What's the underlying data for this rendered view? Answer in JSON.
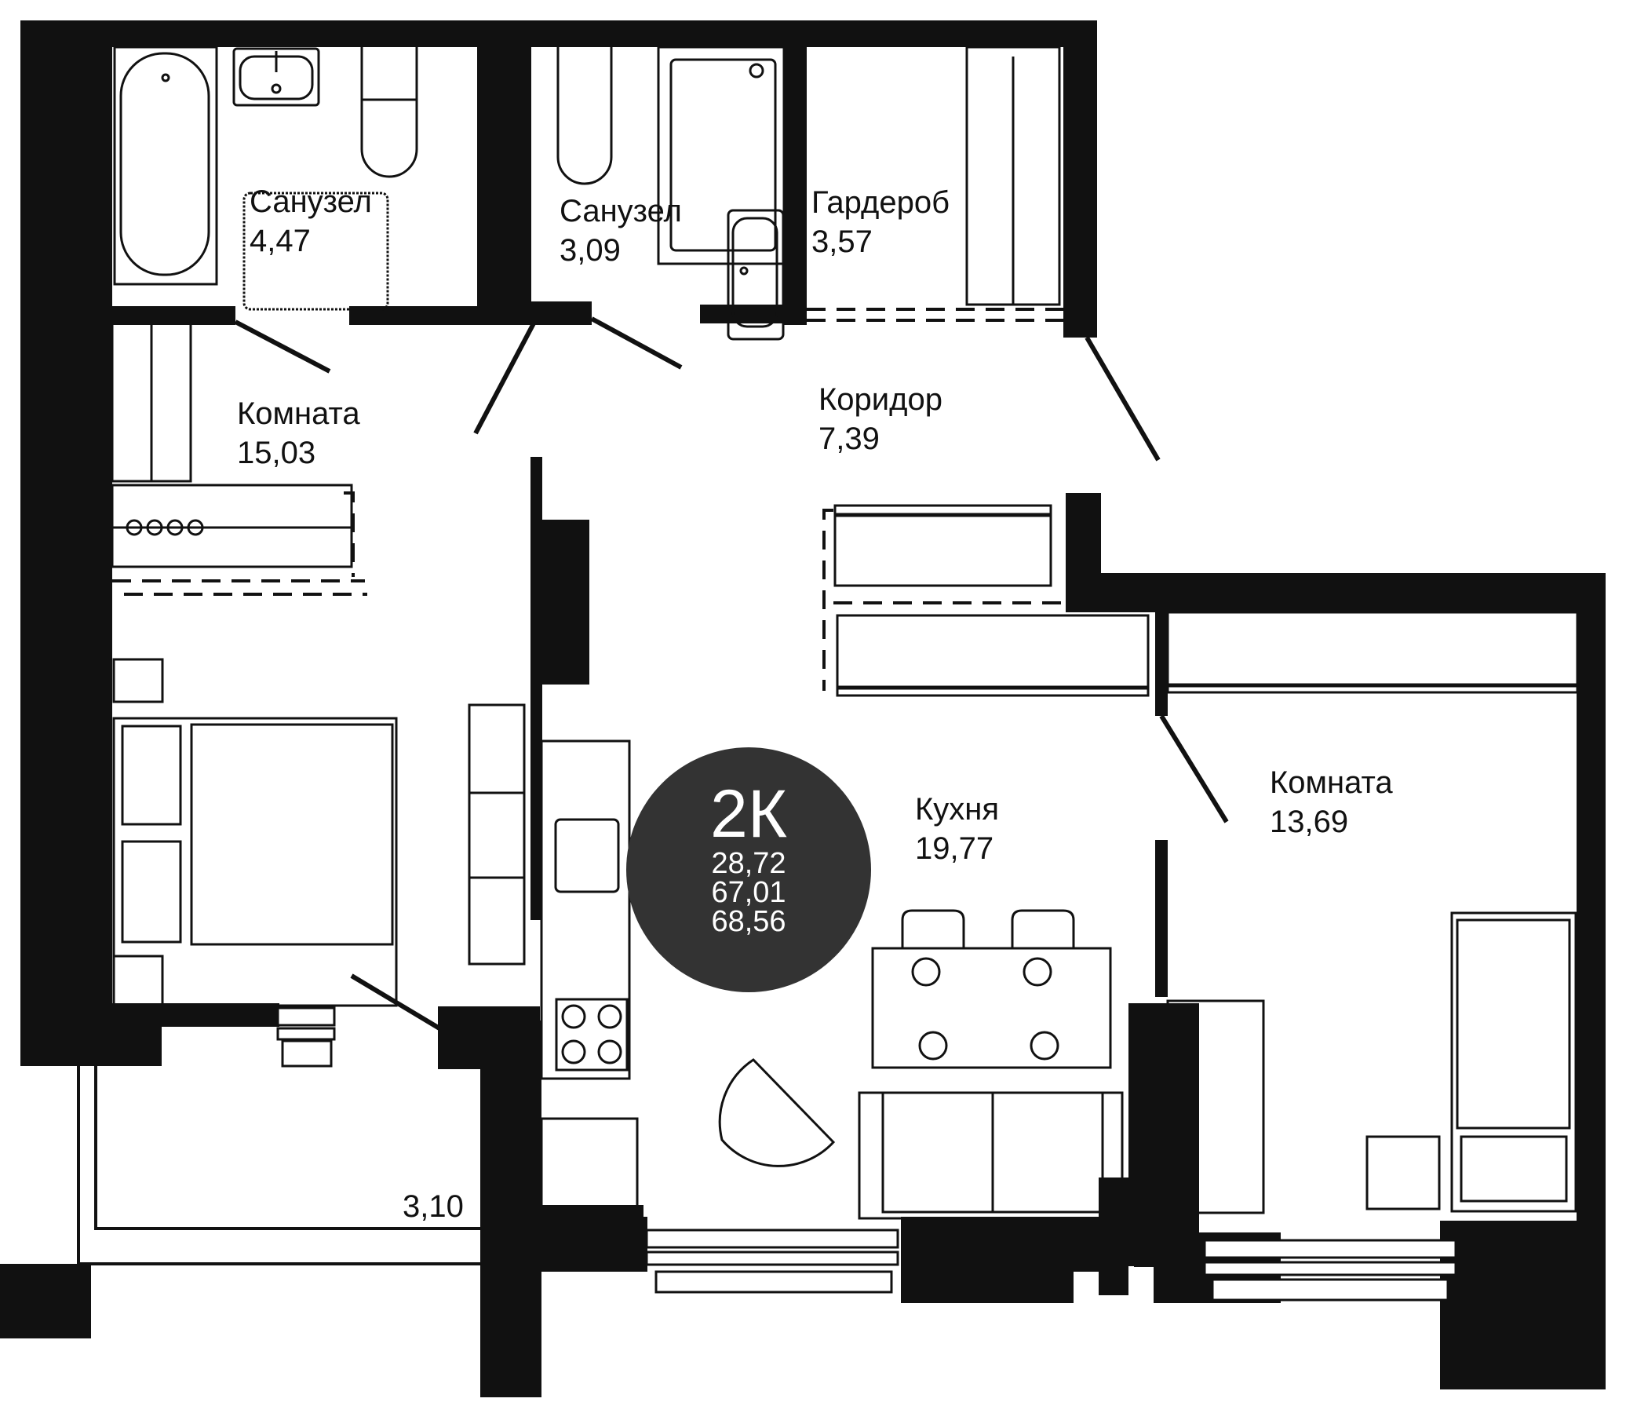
{
  "plan": {
    "apartment_type": "2К",
    "areas": {
      "living": "28,72",
      "total": "67,01",
      "total_with_balcony": "68,56"
    },
    "badge_color": "#333333",
    "wall_color": "#111111"
  },
  "rooms": [
    {
      "id": "bathroom-1",
      "name": "Санузел",
      "area": "4,47"
    },
    {
      "id": "bathroom-2",
      "name": "Санузел",
      "area": "3,09"
    },
    {
      "id": "wardrobe",
      "name": "Гардероб",
      "area": "3,57"
    },
    {
      "id": "corridor",
      "name": "Коридор",
      "area": "7,39"
    },
    {
      "id": "room-1",
      "name": "Комната",
      "area": "15,03"
    },
    {
      "id": "kitchen",
      "name": "Кухня",
      "area": "19,77"
    },
    {
      "id": "room-2",
      "name": "Комната",
      "area": "13,69"
    },
    {
      "id": "balcony",
      "name": "",
      "area": "3,10"
    }
  ]
}
